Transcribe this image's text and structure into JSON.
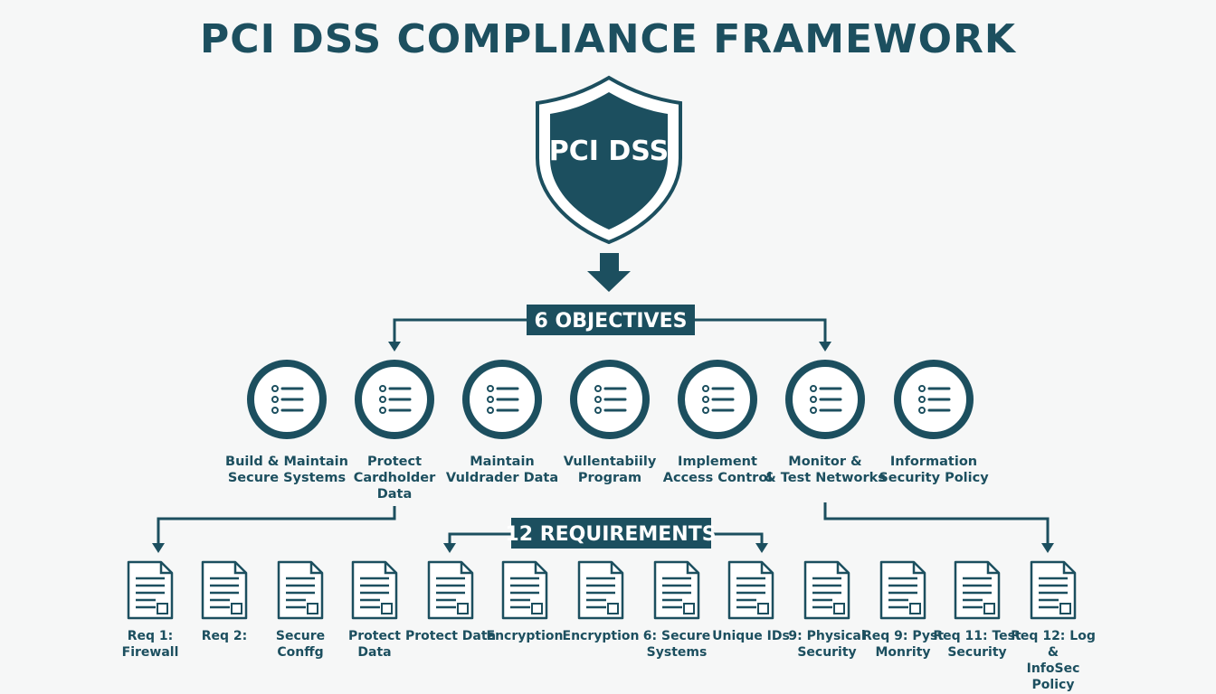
{
  "title": "PCI DSS COMPLIANCE FRAMEWORK",
  "shield": {
    "text": "PCI DSS",
    "icon": "shield-icon"
  },
  "objectives_banner": "6 OBJECTIVES",
  "requirements_banner": "12 REQUIREMENTS",
  "objectives": [
    {
      "line1": "Build & Maintain",
      "line2": "Secure Systems",
      "line3": "",
      "icon": "list-icon"
    },
    {
      "line1": "Protect",
      "line2": "Cardholder",
      "line3": "Data",
      "icon": "list-icon"
    },
    {
      "line1": "Maintain",
      "line2": "Vuldrader Data",
      "line3": "",
      "icon": "list-icon"
    },
    {
      "line1": "Vullentabiily",
      "line2": "Program",
      "line3": "",
      "icon": "list-icon"
    },
    {
      "line1": "Implement",
      "line2": "Access Control",
      "line3": "",
      "icon": "list-icon"
    },
    {
      "line1": "Monitor &",
      "line2": "& Test Networks",
      "line3": "",
      "icon": "list-icon"
    },
    {
      "line1": "Information",
      "line2": "Security Policy",
      "line3": "",
      "icon": "list-icon"
    }
  ],
  "requirements": [
    {
      "line1": "Req 1: Firewall",
      "line2": "",
      "icon": "document-icon"
    },
    {
      "line1": "Req 2:",
      "line2": "",
      "icon": "document-icon"
    },
    {
      "line1": "Secure",
      "line2": "Conffg",
      "icon": "document-icon"
    },
    {
      "line1": "Protect",
      "line2": "Data",
      "icon": "document-icon"
    },
    {
      "line1": "Protect Data",
      "line2": "",
      "icon": "document-icon"
    },
    {
      "line1": "Encryption",
      "line2": "",
      "icon": "document-icon"
    },
    {
      "line1": "Encryption",
      "line2": "",
      "icon": "document-icon"
    },
    {
      "line1": "6: Secure",
      "line2": "Systems",
      "icon": "document-icon"
    },
    {
      "line1": "Unique IDs",
      "line2": "",
      "icon": "document-icon"
    },
    {
      "line1": "9: Physical",
      "line2": "Security",
      "icon": "document-icon"
    },
    {
      "line1": "Req 9: Pyst",
      "line2": "Monrity",
      "icon": "document-icon"
    },
    {
      "line1": "Req 11: Test",
      "line2": "Security",
      "icon": "document-icon"
    },
    {
      "line1": "Req 12: Log &",
      "line2": "InfoSec Policy",
      "icon": "document-icon"
    }
  ],
  "colors": {
    "primary": "#1c4f5f",
    "background": "#f6f7f7",
    "text_on_primary": "#ffffff"
  }
}
